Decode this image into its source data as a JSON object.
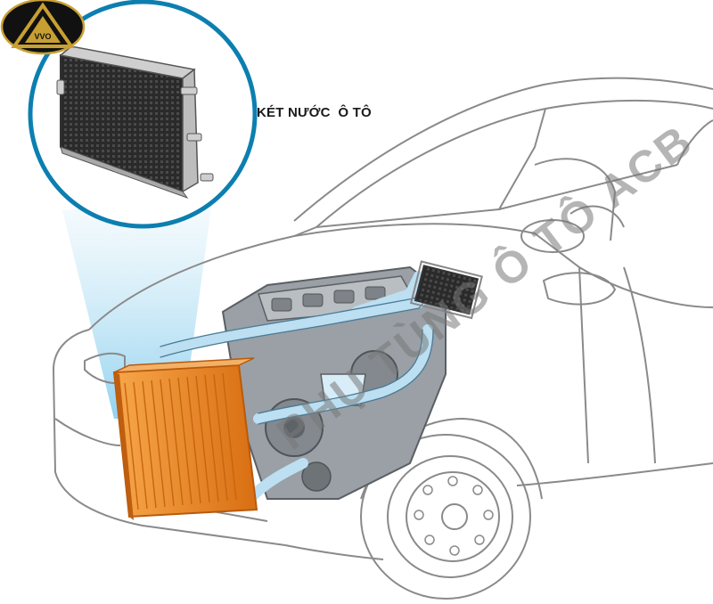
{
  "brand": {
    "logo_text": "VVO"
  },
  "callout": {
    "label": "KÉT NƯỚC  Ô TÔ"
  },
  "watermark": {
    "text": "PHỤ TÙNG Ô TÔ ACB"
  },
  "colors": {
    "radiator_highlight": "#e8821e",
    "engine_pipes": "#cfe6f5",
    "callout_ring": "#0c7fb0",
    "logo_gold": "#c8a032",
    "logo_bg": "#111111",
    "car_outline": "#8a8a8a"
  },
  "icons": [
    "logo-emblem",
    "radiator-closeup",
    "car-body",
    "engine-block",
    "front-radiator",
    "heater-core",
    "front-wheel"
  ]
}
